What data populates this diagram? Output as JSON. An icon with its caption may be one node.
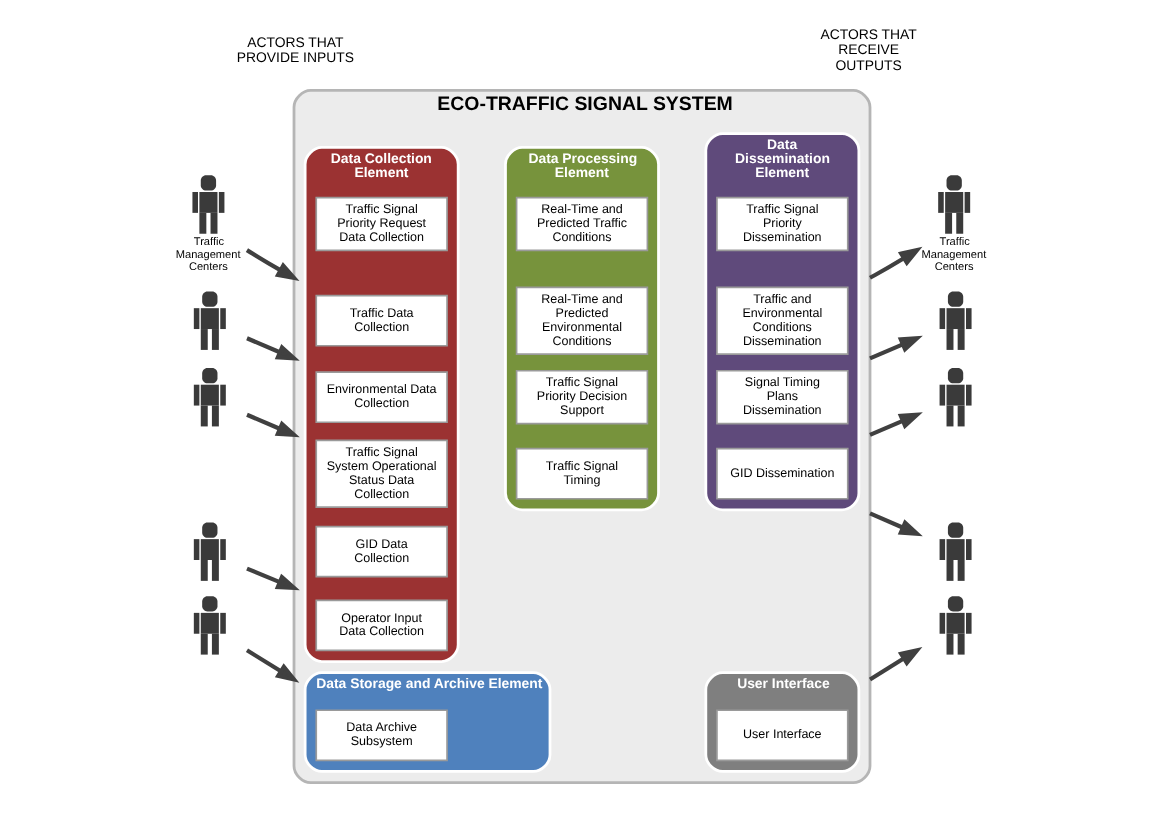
{
  "diagram": {
    "nodes": [
      {
        "text": [
          "Traffic Management Centers"
        ]
      },
      {
        "text": [],
        "shape": "person"
      },
      {
        "text": [],
        "shape": "person"
      },
      {
        "text": [],
        "shape": "person"
      },
      {
        "text": [],
        "shape": "person"
      },
      {
        "text": [
          "ECO-TRAFFIC SIGNAL SYSTEM"
        ]
      },
      {
        "text": [
          "Data Collection Element"
        ],
        "in": 5
      },
      {
        "text": [
          "Traffic Signal Priority Request Data Collection"
        ],
        "in": 6
      },
      {
        "text": [
          "Traffic Data Collection"
        ],
        "in": 6
      },
      {
        "text": [
          "Environmental Data Collection"
        ],
        "in": 6
      },
      {
        "text": [
          "Traffic Signal System Operational Status Data Collection"
        ],
        "in": 6
      },
      {
        "text": [
          "GID Data Collection"
        ],
        "in": 6
      },
      {
        "text": [
          "Operator Input Data Collection"
        ],
        "in": 6
      },
      {
        "text": [
          "Data Processing Element"
        ],
        "in": 5
      },
      {
        "text": [
          "Real-Time and Predicted Traffic Conditions"
        ],
        "in": 13
      },
      {
        "text": [
          "Real-Time and Predicted Environmental Conditions"
        ],
        "in": 13
      },
      {
        "text": [
          "Traffic Signal Priority Decision Support"
        ],
        "in": 13
      },
      {
        "text": [
          "Traffic Signal Timing"
        ],
        "in": 13
      },
      {
        "text": [
          "Data Dissemination Element"
        ],
        "in": 5
      },
      {
        "text": [
          "Traffic Signal Priority Dissemination"
        ],
        "in": 18
      },
      {
        "text": [
          "Traffic and Environmental Conditions Dissemination"
        ],
        "in": 18
      },
      {
        "text": [
          "Signal Timing Plans Dissemination"
        ],
        "in": 18
      },
      {
        "text": [
          "GID Dissemination"
        ],
        "in": 18
      },
      {
        "text": [
          "Data Storage and Archive Element"
        ],
        "in": 5
      },
      {
        "text": [
          "Data Archive Subsystem"
        ],
        "in": 23
      },
      {
        "text": [
          "User Interface"
        ],
        "in": 5
      },
      {
        "text": [
          "User Interface"
        ],
        "in": 25
      },
      {
        "text": [
          "Traffic Management Centers"
        ]
      },
      {
        "text": [],
        "shape": "person"
      },
      {
        "text": [],
        "shape": "person"
      },
      {
        "text": [],
        "shape": "person"
      },
      {
        "text": [],
        "shape": "person"
      }
    ],
    "edges": [
      {
        "from": 0,
        "to": 5,
        "arrow": "to"
      },
      {
        "from": 1,
        "to": 5,
        "arrow": "to"
      },
      {
        "from": 2,
        "to": 5,
        "arrow": "to"
      },
      {
        "from": 3,
        "to": 5,
        "arrow": "to"
      },
      {
        "from": 4,
        "to": 5,
        "arrow": "to"
      },
      {
        "from": 5,
        "to": 27,
        "arrow": "to"
      },
      {
        "from": 5,
        "to": 28,
        "arrow": "to"
      },
      {
        "from": 5,
        "to": 29,
        "arrow": "to"
      },
      {
        "from": 5,
        "to": 30,
        "arrow": "to"
      },
      {
        "from": 5,
        "to": 31,
        "arrow": "to"
      }
    ],
    "labels": [
      "ACTORS THAT PROVIDE INPUTS",
      "ACTORS THAT RECEIVE OUTPUTS"
    ]
  }
}
